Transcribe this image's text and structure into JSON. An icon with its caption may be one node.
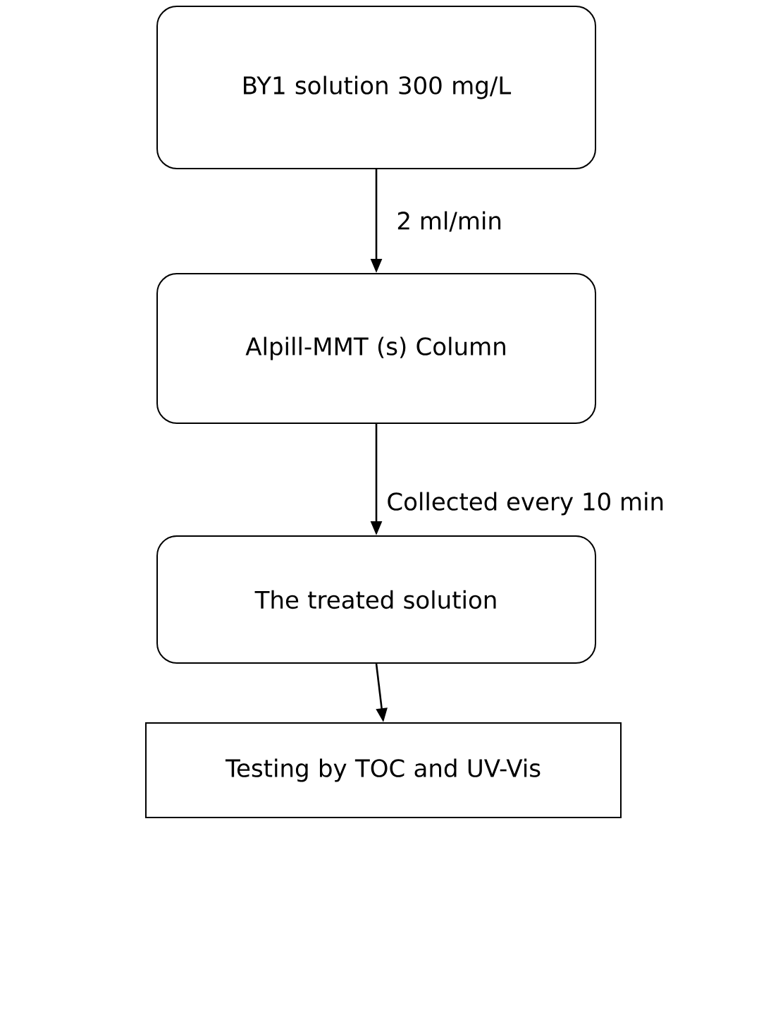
{
  "diagram": {
    "nodes": [
      {
        "text": [
          "BY1 solution 300 mg/L"
        ]
      },
      {
        "text": [
          "Alpill-MMT (s) Column"
        ]
      },
      {
        "text": [
          "The treated solution"
        ]
      },
      {
        "text": [
          "Testing by TOC and UV-Vis"
        ]
      }
    ],
    "edges": [
      {
        "from": 0,
        "to": 1,
        "arrow": "to",
        "label": "2 ml/min"
      },
      {
        "from": 1,
        "to": 2,
        "arrow": "to",
        "label": "Collected every 10 min"
      },
      {
        "from": 2,
        "to": 3,
        "arrow": "to"
      }
    ]
  }
}
